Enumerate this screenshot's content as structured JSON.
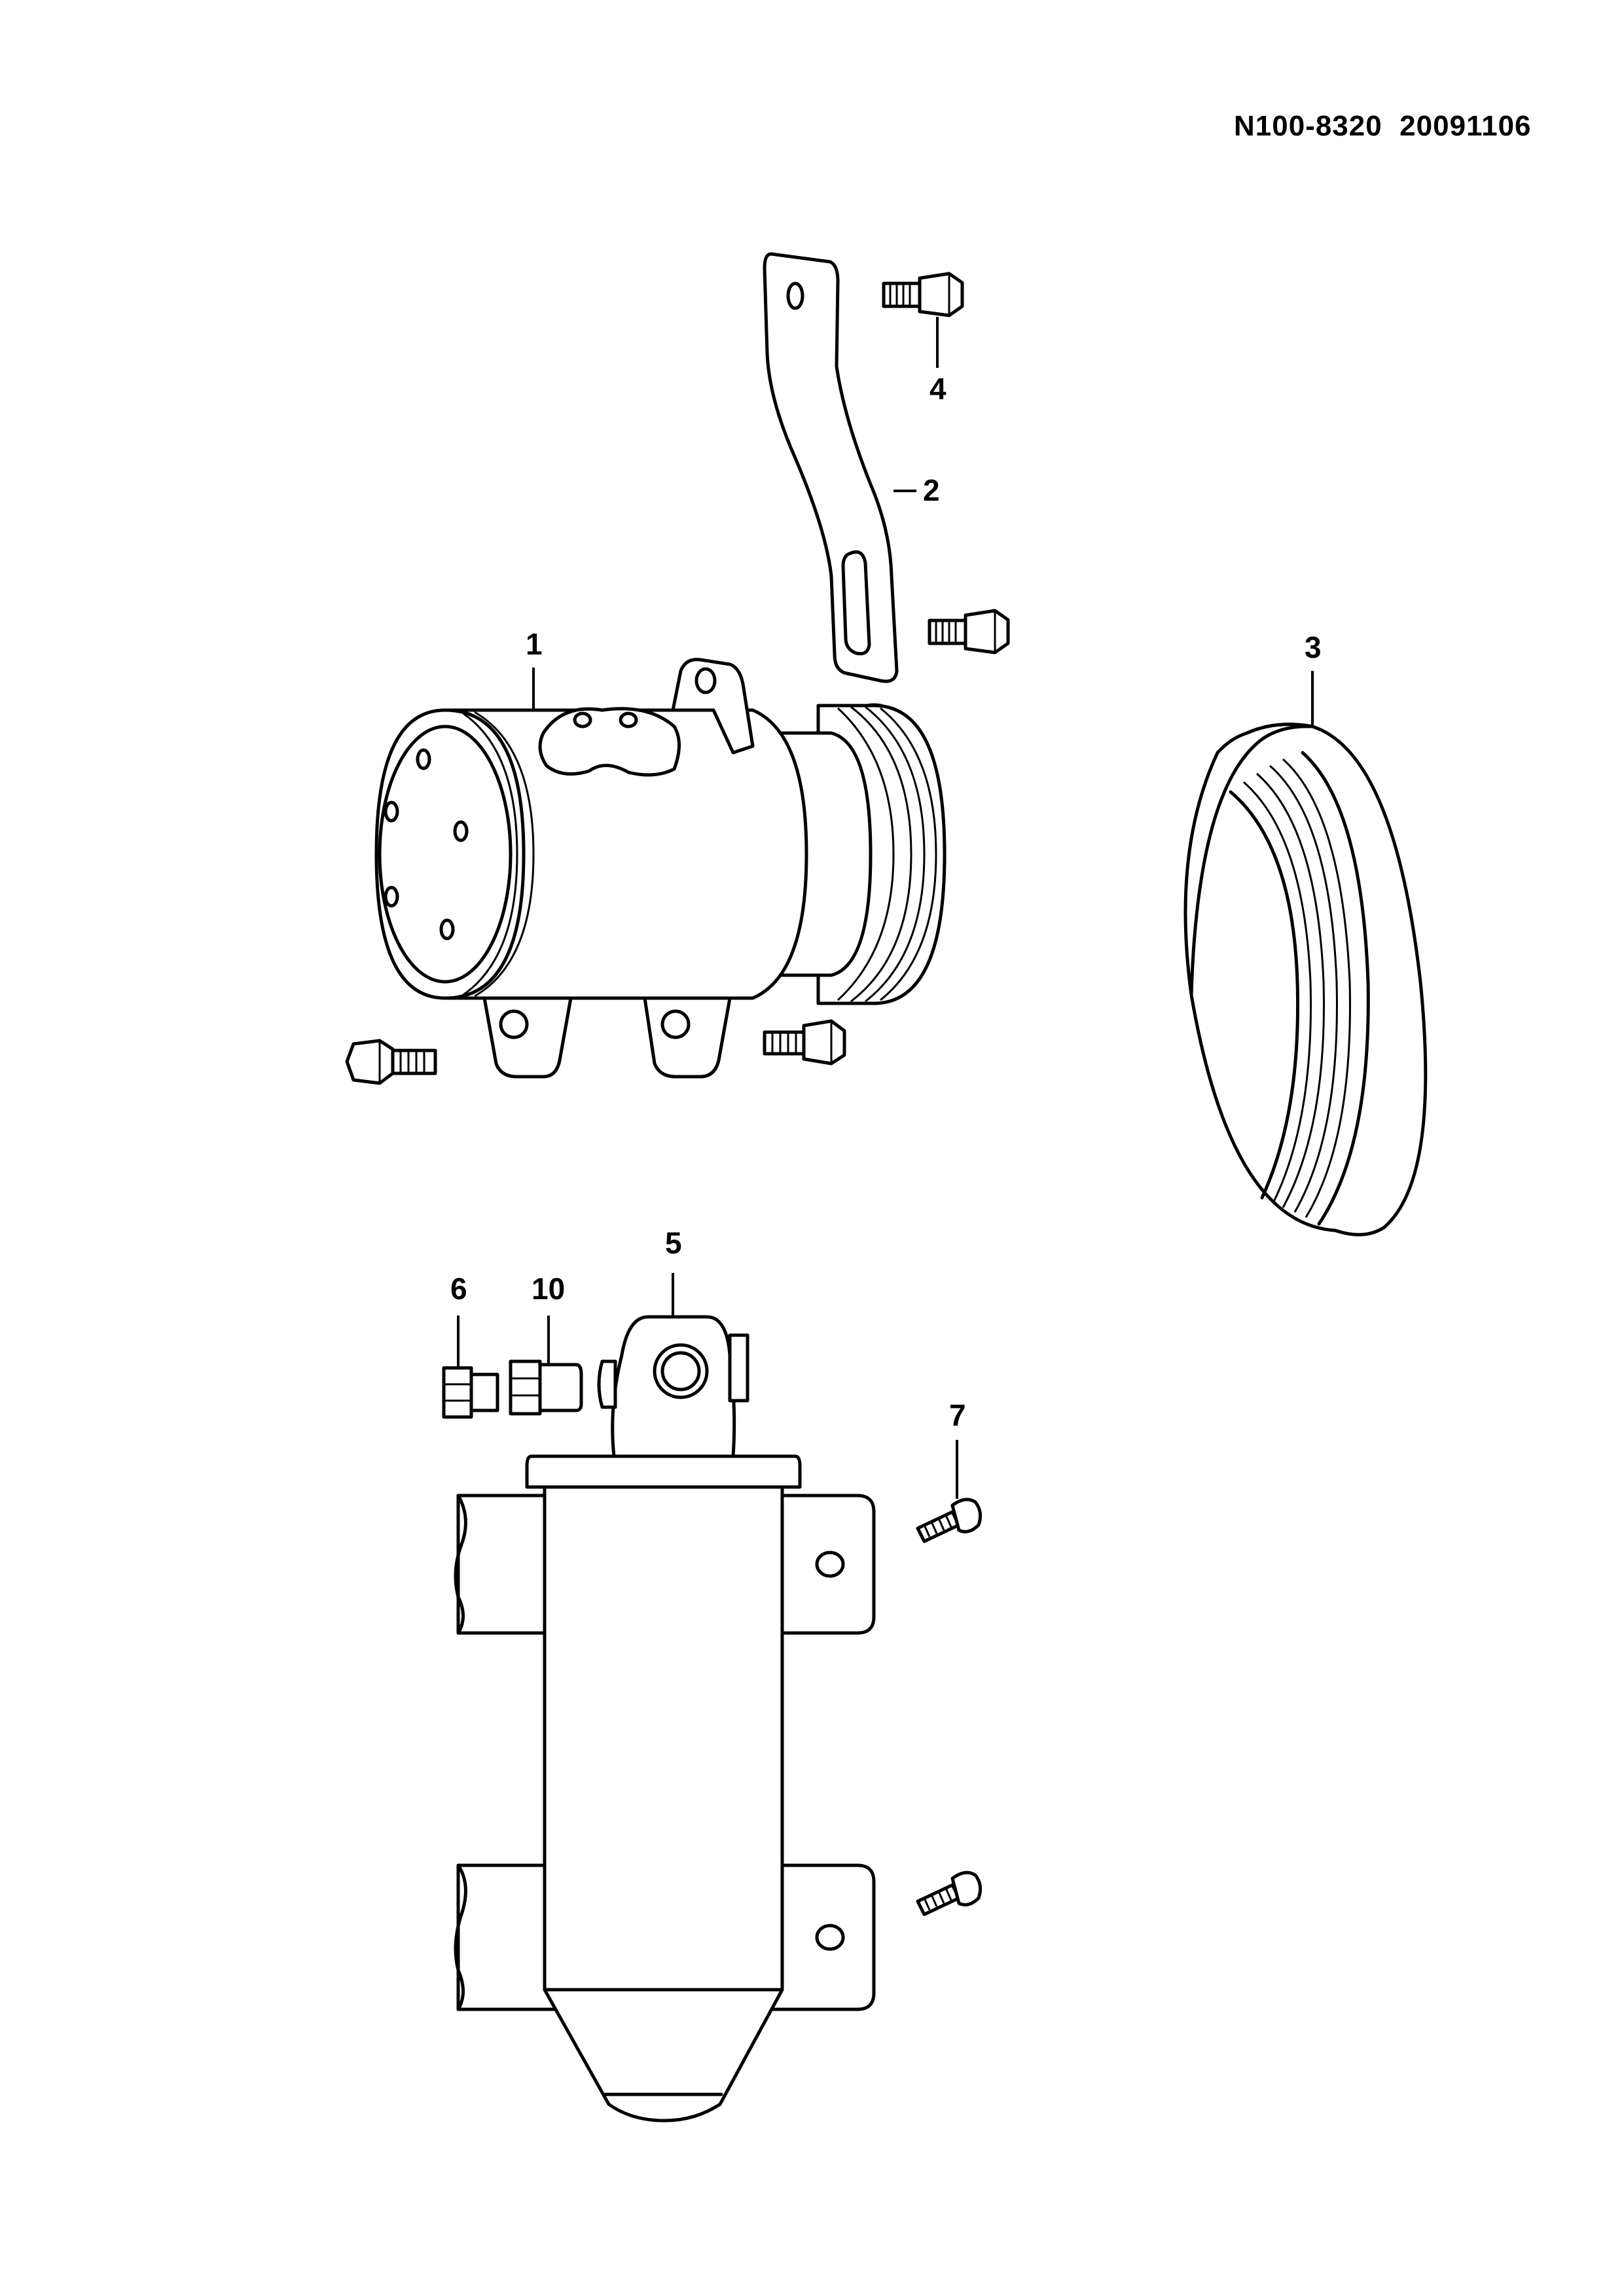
{
  "document": {
    "reference": "N100-8320  20091106"
  },
  "callouts": [
    "1",
    "2",
    "3",
    "4",
    "5",
    "6",
    "7",
    "10"
  ],
  "parts": [
    "compressor",
    "compressor-bracket",
    "drive-belt",
    "bracket-bolt",
    "receiver-drier",
    "sensor-plug",
    "drier-screw",
    "switch-fitting"
  ]
}
